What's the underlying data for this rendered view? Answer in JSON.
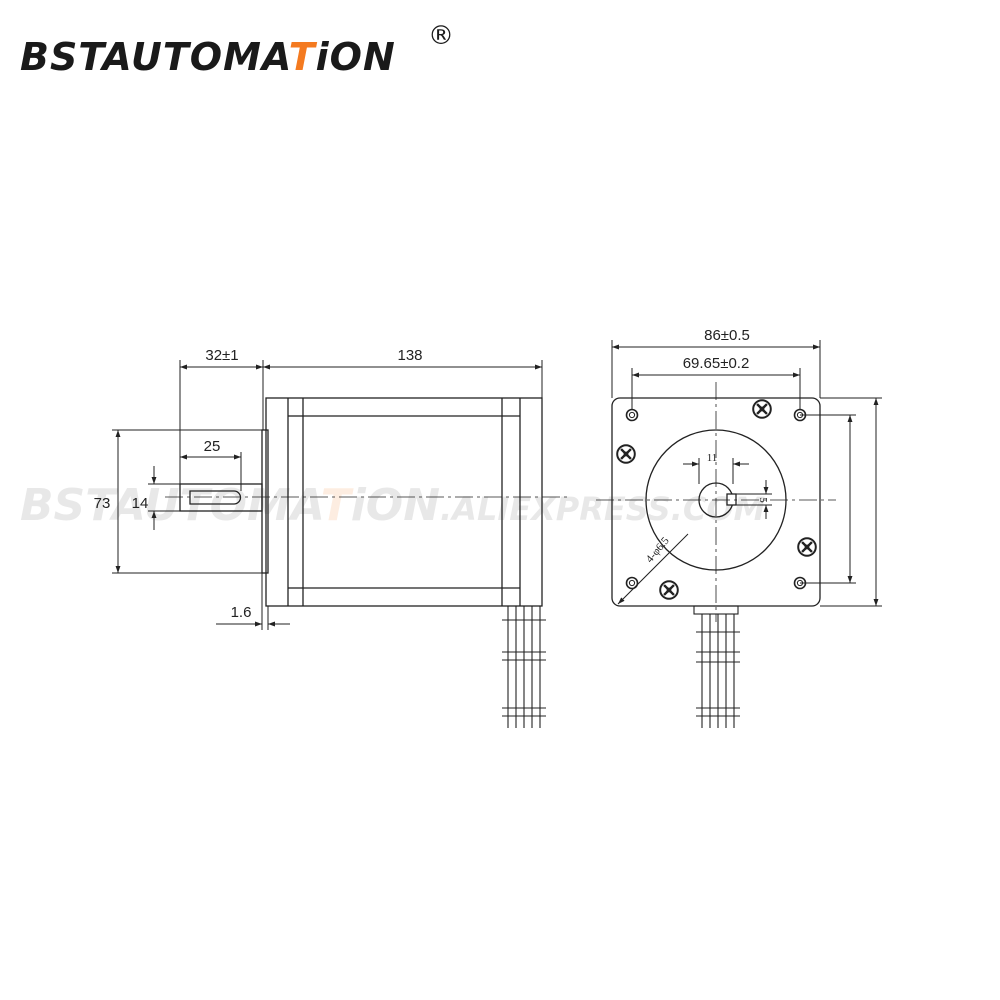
{
  "brand": {
    "part1": "BSTAUTOMA",
    "part2": "T",
    "part3": "iON",
    "registered": "®",
    "dark_color": "#1a1a1a",
    "accent_color": "#f47a20"
  },
  "watermark": {
    "part1": "BSTAUTOMA",
    "part2": "T",
    "part3": "iON",
    "suffix": ".ALIEXPRESS.COM"
  },
  "side_view": {
    "shaft_length": "32±1",
    "body_length": "138",
    "key_length": "25",
    "flange_size": "73",
    "shaft_diameter": "14",
    "flange_thickness": "1.6"
  },
  "front_view": {
    "frame_width": "86±0.5",
    "hole_spacing": "69.65±0.2",
    "flat_width": "11",
    "key_depth": "5",
    "mounting_holes": "4-φ6.5"
  },
  "icons": {
    "mounting_hole": "mounting-hole-icon",
    "screw": "screw-icon"
  }
}
